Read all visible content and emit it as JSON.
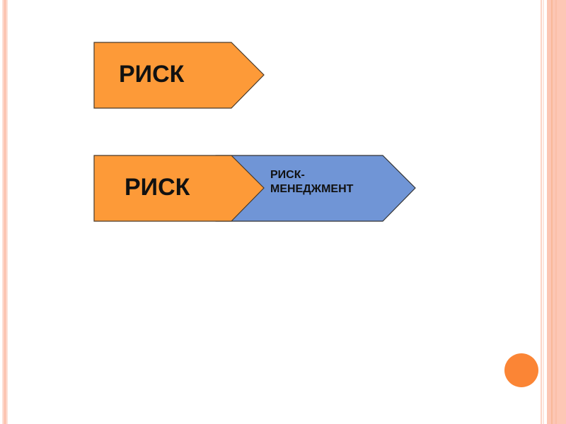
{
  "slide": {
    "colors": {
      "orange_fill": "#fd9a38",
      "blue_fill": "#7095d6",
      "outline": "#4a3a2a",
      "accent_dot": "#fb8535",
      "stripe": "#fcc5b3"
    },
    "shape1": {
      "label": "РИСК"
    },
    "shape2": {
      "left_label": "РИСК",
      "right_label": "РИСК-\nМЕНЕДЖМЕНТ"
    }
  }
}
